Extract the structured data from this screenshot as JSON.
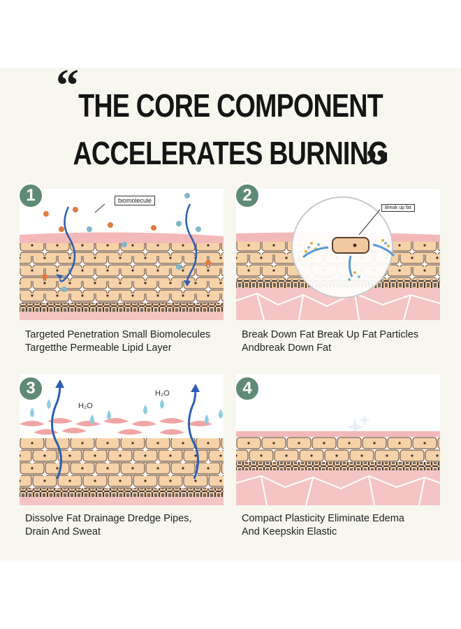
{
  "title": {
    "line1": "THE CORE COMPONENT",
    "line2": "ACCELERATES BURNING",
    "open_quote": "“",
    "close_quote": "”"
  },
  "steps": [
    {
      "number": "1",
      "label": "biomolecule",
      "caption_line1": "Targeted Penetration Small Biomolecules",
      "caption_line2": "Targetthe Permeable Lipid Layer"
    },
    {
      "number": "2",
      "label": "Break up fat",
      "caption_line1": "Break Down Fat Break Up Fat Particles",
      "caption_line2": "Andbreak Down Fat"
    },
    {
      "number": "3",
      "label": "H₂O",
      "caption_line1": "Dissolve Fat Drainage Dredge Pipes,",
      "caption_line2": "Drain And Sweat"
    },
    {
      "number": "4",
      "caption_line1": "Compact Plasticity Eliminate Edema",
      "caption_line2": "And Keepskin Elastic"
    }
  ],
  "colors": {
    "badge": "#5f8a76",
    "cell_fill": "#f6d2a8",
    "cell_stroke": "#5a4030",
    "skin_pink": "#f3b9b9",
    "arrow_blue": "#2b5fb3"
  }
}
